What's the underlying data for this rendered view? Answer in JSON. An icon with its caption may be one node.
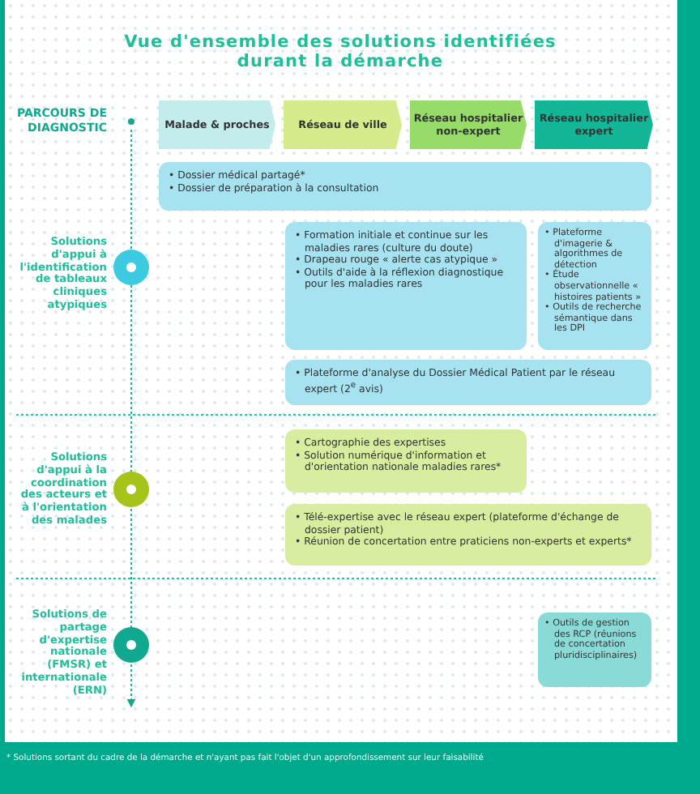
{
  "diagram": {
    "title": "Vue d'ensemble des solutions identifiées durant la démarche",
    "nodes": [
      {
        "text": [
          "Malade & proches"
        ]
      },
      {
        "text": [
          "Réseau de ville"
        ]
      },
      {
        "text": [
          "Réseau hospitalier non-expert"
        ]
      },
      {
        "text": [
          "Réseau hospitalier expert"
        ]
      },
      {
        "text": [
          "• Dossier médical partagé*",
          "• Dossier de préparation à la consultation"
        ]
      },
      {
        "text": [
          "• Formation initiale et continue sur les maladies rares (culture du doute)",
          "• Drapeau rouge « alerte cas atypique »",
          "• Outils d'aide à la réflexion diagnostique pour les maladies rares"
        ]
      },
      {
        "text": [
          "• Plateforme d'imagerie & algorithmes de détection",
          "• Étude observationnelle « histoires patients »",
          "• Outils de recherche sémantique dans les DPI"
        ]
      },
      {
        "text": [
          "• Plateforme d'analyse du Dossier Médical Patient par le réseau expert (2$^{e}$ avis)"
        ]
      },
      {
        "text": [
          "• Cartographie des expertises",
          "• Solution numérique d'information et d'orientation nationale maladies rares*"
        ]
      },
      {
        "text": [
          "• Télé-expertise avec le réseau expert (plateforme d'échange de dossier patient)",
          "• Réunion de concertation entre praticiens non-experts et experts*"
        ]
      },
      {
        "text": [
          "• Outils de gestion des RCP (réunions de concertation pluridisciplinaires)"
        ]
      }
    ],
    "labels": [
      "PARCOURS DE DIAGNOSTIC",
      "Solutions d'appui à l'identification de tableaux cliniques atypiques",
      "Solutions d'appui à la coordination des acteurs et à l'orientation des malades",
      "Solutions de partage d'expertise nationale (FMSR) et internationale (ERN)"
    ],
    "caption": "* Solutions sortant du cadre de la démarche et n'ayant pas fait l'objet d'un approfondissement sur leur faisabilité"
  }
}
